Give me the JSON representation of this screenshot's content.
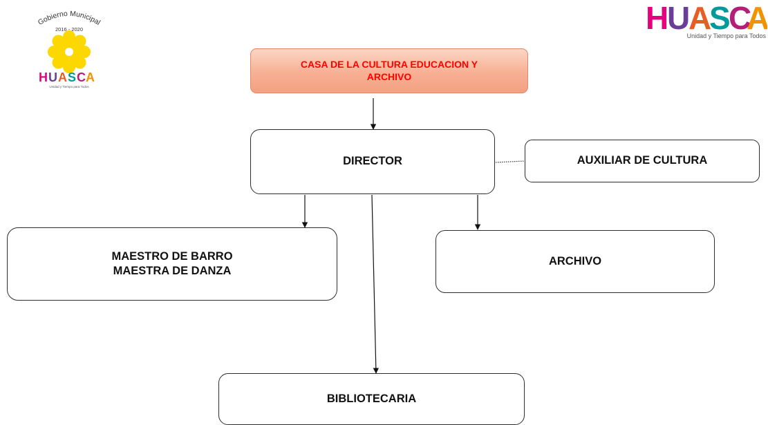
{
  "header_logo_left": {
    "seal_line": "Gobierno Municipal",
    "years": "2016 - 2020",
    "wordmark_letters": [
      "H",
      "U",
      "A",
      "S",
      "C",
      "A"
    ],
    "slogan": "Unidad y Tiempo para Todos"
  },
  "header_logo_right": {
    "wordmark_letters": [
      "H",
      "U",
      "A",
      "S",
      "C",
      "A"
    ],
    "slogan": "Unidad y Tiempo para Todos"
  },
  "colors": {
    "head_text": "#ff0000",
    "head_fill_top": "#fcd6c5",
    "head_fill_bottom": "#f4a083",
    "sun_yellow": "#fdd800",
    "letter_h": "#e5007e",
    "letter_u": "#6a3d97",
    "letter_a": "#e85d24",
    "letter_s": "#009a9a",
    "letter_c": "#b41e78",
    "letter_a2": "#f39200"
  },
  "org": {
    "head": {
      "line1": "CASA DE LA CULTURA EDUCACION Y",
      "line2": "ARCHIVO"
    },
    "director": "DIRECTOR",
    "auxiliar": "AUXILIAR DE CULTURA",
    "maestros": {
      "line1": "MAESTRO DE BARRO",
      "line2": "MAESTRA DE DANZA"
    },
    "archivo": "ARCHIVO",
    "bibliotecaria": "BIBLIOTECARIA"
  },
  "connections": [
    {
      "from": "head",
      "to": "director",
      "style": "arrow"
    },
    {
      "from": "director",
      "to": "auxiliar",
      "style": "dotted"
    },
    {
      "from": "director",
      "to": "maestros",
      "style": "arrow"
    },
    {
      "from": "director",
      "to": "archivo",
      "style": "arrow"
    },
    {
      "from": "director",
      "to": "bibliotecaria",
      "style": "arrow"
    }
  ]
}
